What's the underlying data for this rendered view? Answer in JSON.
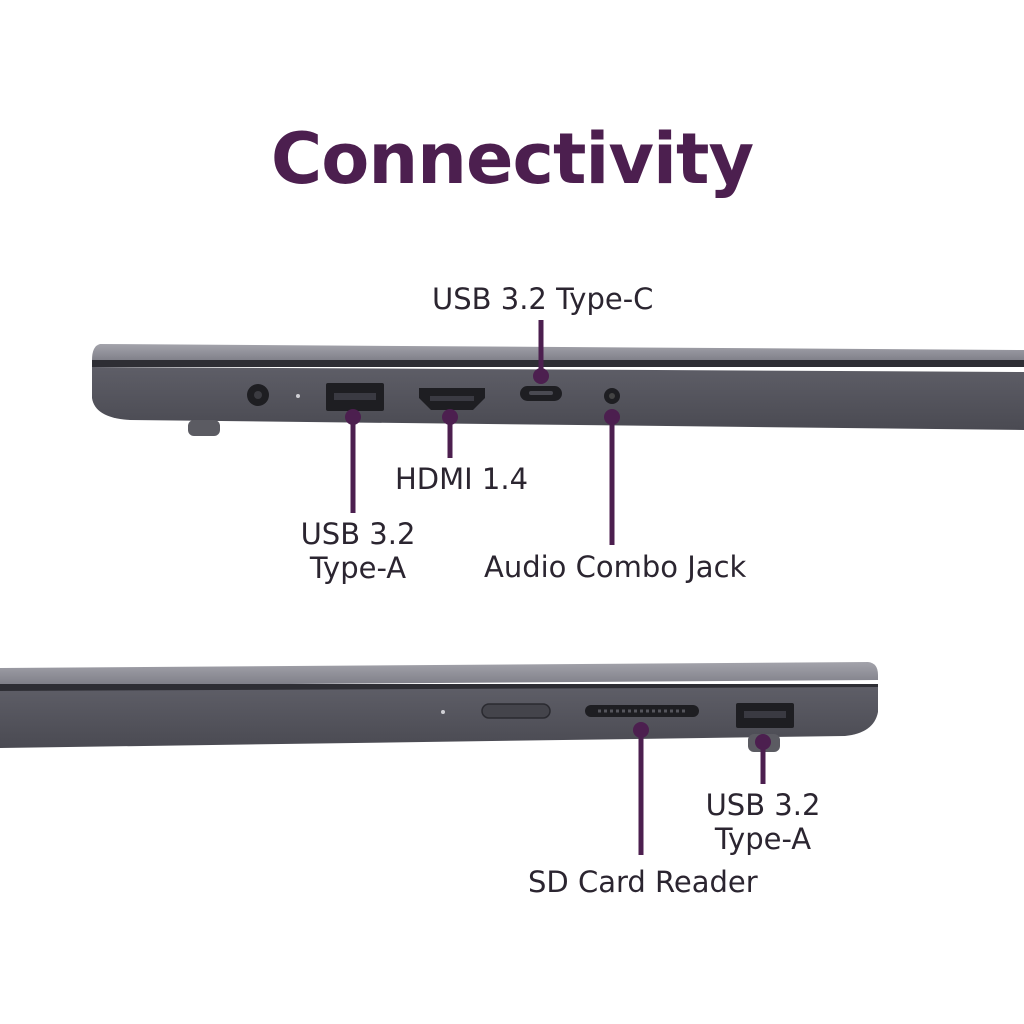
{
  "colors": {
    "accent": "#4c1f4f",
    "laptop_body": "#55555e",
    "laptop_lid": "#8d8d95",
    "port": "#1e1e22"
  },
  "title": "Connectivity",
  "left_side": {
    "usb_c": "USB 3.2 Type-C",
    "usb_a_line1": "USB 3.2",
    "usb_a_line2": "Type-A",
    "hdmi": "HDMI 1.4",
    "audio": "Audio Combo Jack"
  },
  "right_side": {
    "usb_a_line1": "USB 3.2",
    "usb_a_line2": "Type-A",
    "sd": "SD Card Reader"
  }
}
